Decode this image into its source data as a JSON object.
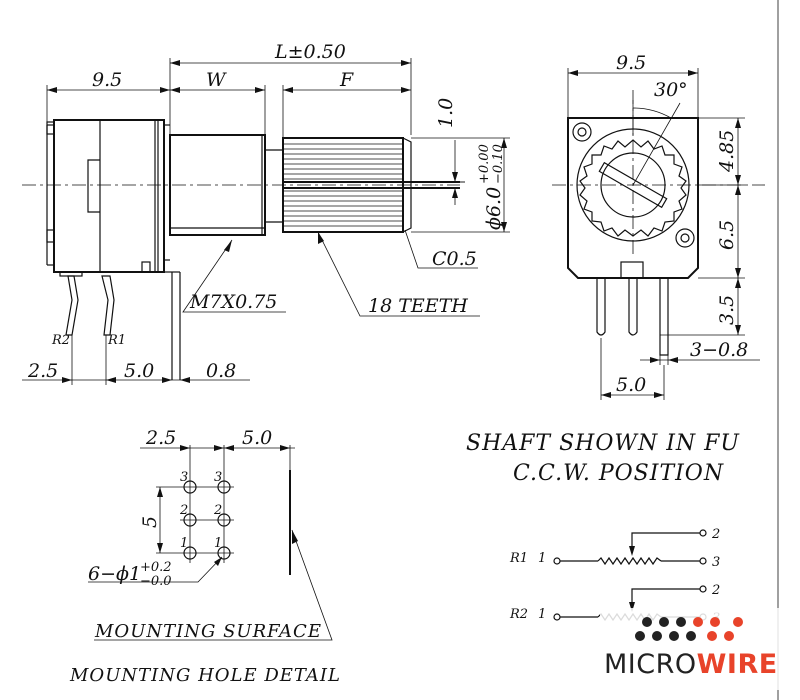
{
  "side_view": {
    "dim_overall": "L±0.50",
    "dim_body": "9.5",
    "dim_w": "W",
    "dim_f": "F",
    "dim_tip": "1.0",
    "dim_dia": "ϕ6.0",
    "dim_dia_tol_plus": "+0.00",
    "dim_dia_tol_minus": "−0.10",
    "chamfer": "C0.5",
    "thread": "M7X0.75",
    "teeth": "18 TEETH",
    "pin_r2": "R2",
    "pin_r1": "R1",
    "dim_bottom_1": "2.5",
    "dim_bottom_2": "5.0",
    "dim_bottom_3": "0.8"
  },
  "front_view": {
    "dim_width": "9.5",
    "angle": "30°",
    "dim_top": "4.85",
    "dim_mid": "6.5",
    "dim_pin": "3.5",
    "dim_pin_w": "3−0.8",
    "dim_pitch": "5.0"
  },
  "mounting": {
    "dim_a": "2.5",
    "dim_b": "5.0",
    "dim_c": "5",
    "pin_3a": "3",
    "pin_3b": "3",
    "pin_2a": "2",
    "pin_2b": "2",
    "pin_1a": "1",
    "pin_1b": "1",
    "hole_spec": "6−ϕ1",
    "hole_tol_plus": "+0.2",
    "hole_tol_minus": "−0.0",
    "surface_label": "MOUNTING SURFACE",
    "title": "MOUNTING HOLE DETAIL"
  },
  "note": {
    "line1": "SHAFT SHOWN IN FU",
    "line2": "C.C.W. POSITION"
  },
  "schematic": {
    "r1_label": "R1",
    "r1_pin1": "1",
    "r1_pin2": "2",
    "r1_pin3": "3",
    "r2_label": "R2",
    "r2_pin1": "1",
    "r2_pin2": "2",
    "r2_pin3": "3"
  },
  "logo": {
    "part1": "MICRO",
    "part2": "WIRE",
    "color_dark": "#222222",
    "color_accent": "#e8432a"
  }
}
